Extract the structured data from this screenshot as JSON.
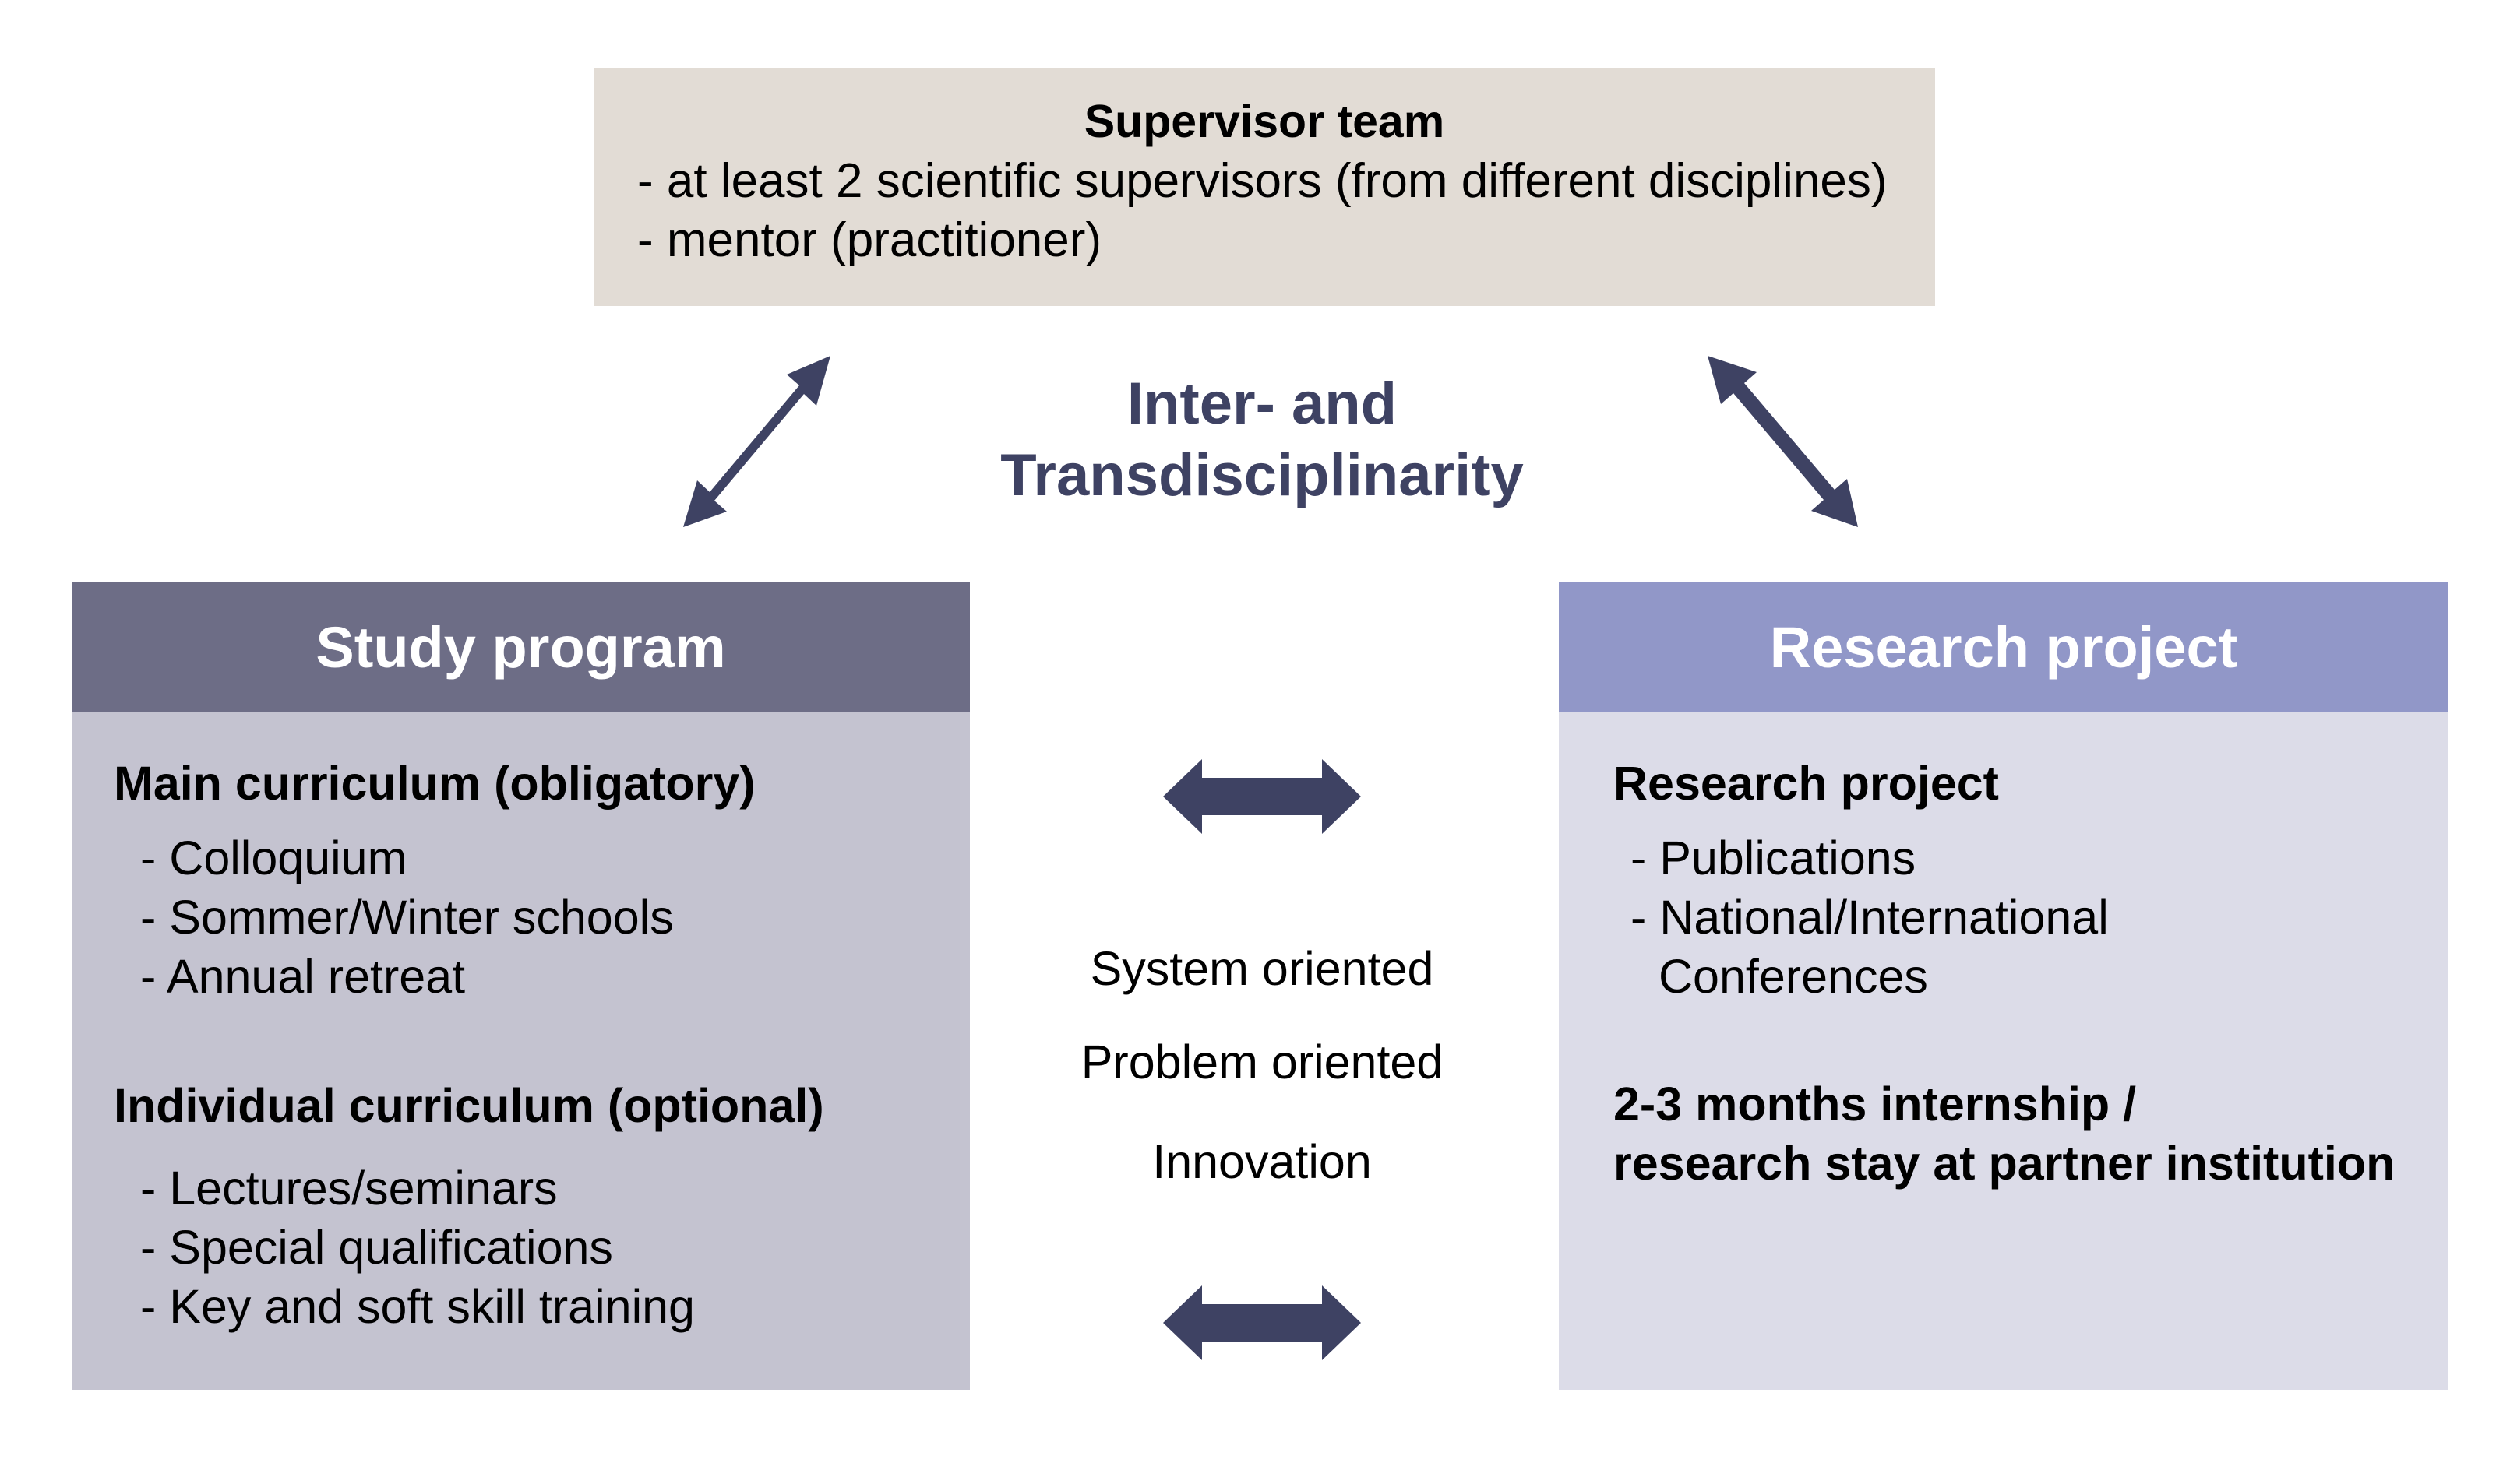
{
  "supervisor": {
    "title": "Supervisor team",
    "lines": [
      "- at least 2 scientific supervisors (from different disciplines)",
      "- mentor (practitioner)"
    ]
  },
  "center": {
    "title_line1": "Inter- and",
    "title_line2": "Transdisciplinarity",
    "items": [
      "System oriented",
      "Problem oriented",
      "Innovation"
    ]
  },
  "study": {
    "header": "Study program",
    "main_title": "Main curriculum (obligatory)",
    "main_items": [
      "- Colloquium",
      "- Sommer/Winter schools",
      "- Annual retreat"
    ],
    "individual_title": "Individual curriculum (optional)",
    "individual_items": [
      "- Lectures/seminars",
      "- Special qualifications",
      "- Key and soft skill training"
    ]
  },
  "research": {
    "header": "Research project",
    "project_title": "Research project",
    "project_items": [
      "- Publications",
      "- National/International",
      "Conferences"
    ],
    "internship_line1": "2-3 months internship /",
    "internship_line2": "research stay at partner institution"
  },
  "colors": {
    "supervisor_bg": "#e2dcd5",
    "study_header": "#6d6d86",
    "study_body": "#c4c3d0",
    "research_header": "#9197c8",
    "research_body": "#dcdce8",
    "arrow": "#3e4263"
  },
  "icons": {
    "diagonal_arrows": "double-headed-diagonal-arrow",
    "horizontal_arrows": "double-headed-horizontal-arrow"
  }
}
